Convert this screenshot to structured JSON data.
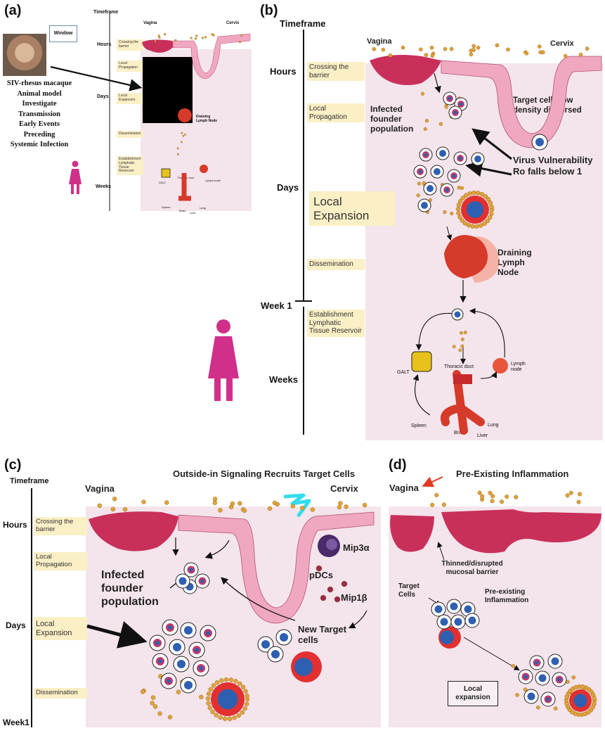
{
  "panels": {
    "a": {
      "letter": "(a)",
      "window_label": "Window",
      "macaque_caption": [
        "SIV-rhesus macaque",
        "Animal model",
        "Investigate",
        "Transmission",
        "Early Events",
        "Preceding",
        "Systemic Infection"
      ],
      "timeframe": "Timeframe",
      "time_labels": [
        "Hours",
        "Days",
        "Weeks"
      ],
      "stages": [
        "Crossing the barrier",
        "Local Propagation",
        "Local Expansion",
        "Dissemination",
        "Establishment Lymphatic Tissue Reservoir"
      ],
      "vagina": "Vagina",
      "cervix": "Cervix",
      "draining": "Draining Lymph Node",
      "small_labels": [
        "GALT",
        "Thoracic duct",
        "Lymph node",
        "Spleen",
        "Brain",
        "Liver",
        "Lung"
      ]
    },
    "b": {
      "letter": "(b)",
      "timeframe": "Timeframe",
      "hours": "Hours",
      "days": "Days",
      "week1": "Week 1",
      "weeks": "Weeks",
      "stage_crossing": "Crossing the barrier",
      "stage_local_prop": "Local Propagation",
      "stage_local_exp": "Local Expansion",
      "stage_dissemination": "Dissemination",
      "stage_establishment": "Establishment Lymphatic Tissue Reservoir",
      "vagina": "Vagina",
      "cervix": "Cervix",
      "infected_founder": "Infected founder population",
      "target_cells": "Target cells low density dispersed",
      "virus_vuln": "Virus Vulnerability Ro falls below 1",
      "draining": "Draining Lymph Node",
      "galt": "GALT",
      "thoracic": "Thoracic duct",
      "lymph_node": "Lymph node",
      "spleen": "Spleen",
      "brain": "Brain",
      "liver": "Liver",
      "lung": "Lung"
    },
    "c": {
      "letter": "(c)",
      "title": "Outside-in Signaling Recruits Target Cells",
      "timeframe": "Timeframe",
      "hours": "Hours",
      "days": "Days",
      "week1": "Week1",
      "stage_crossing": "Crossing the barrier",
      "stage_local_prop": "Local Propagation",
      "stage_local_exp": "Local Expansion",
      "stage_dissemination": "Dissemination",
      "vagina": "Vagina",
      "cervix": "Cervix",
      "mip3a": "Mip3α",
      "pdcs": "pDCs",
      "mip1b": "Mip1β",
      "infected_founder": "Infected founder population",
      "new_target": "New Target cells"
    },
    "d": {
      "letter": "(d)",
      "title": "Pre-Existing Inflammation",
      "vagina": "Vagina",
      "thinned": "Thinned/disrupted mucosal barrier",
      "target_cells": "Target Cells",
      "pre_existing": "Pre-existing Inflammation",
      "local_expansion": "Local expansion"
    }
  },
  "colors": {
    "tissue": "#c8305a",
    "epithelium": "#f0a8c0",
    "virus": "#e0a23a",
    "cell_blue": "#2f5fb0",
    "infected_core": "#c23a6a",
    "node_red": "#d63a2a",
    "background_pink": "#f4e4eb",
    "stage_yellow": "#fbefc6",
    "female_icon": "#d0308a",
    "lightning": "#33ddee",
    "pdc_purple": "#4a2a6a",
    "mip_dot": "#9a2a4a"
  }
}
